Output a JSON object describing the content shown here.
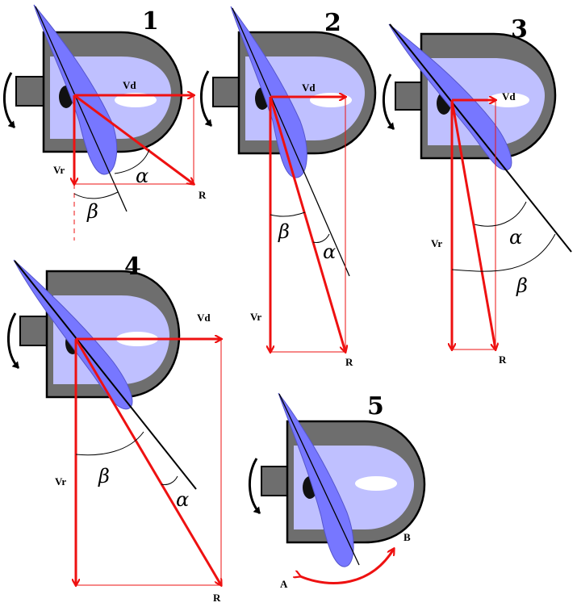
{
  "panels": [
    {
      "number": "1",
      "labels": {
        "vd": "Vd",
        "vr": "Vr",
        "r": "R",
        "alpha": "α",
        "beta": "β"
      }
    },
    {
      "number": "2",
      "labels": {
        "vd": "Vd",
        "vr": "Vr",
        "r": "R",
        "alpha": "α",
        "beta": "β"
      }
    },
    {
      "number": "3",
      "labels": {
        "vd": "Vd",
        "vr": "Vr",
        "r": "R",
        "alpha": "α",
        "beta": "β"
      }
    },
    {
      "number": "4",
      "labels": {
        "vd": "Vd",
        "vr": "Vr",
        "r": "R",
        "alpha": "α",
        "beta": "β"
      }
    },
    {
      "number": "5",
      "labels": {
        "a": "A",
        "b": "B"
      }
    }
  ],
  "colors": {
    "vector": "#ee1111",
    "blade": "#7777ff",
    "hub_inner": "#bfc0ff",
    "hub_body": "#6e6e6e",
    "hub_dark": "#4a4a4a",
    "outline": "#000000"
  }
}
